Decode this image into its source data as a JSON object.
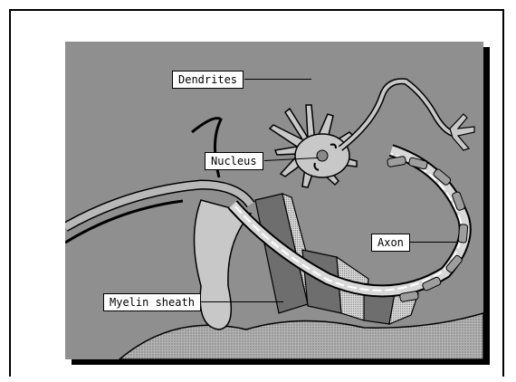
{
  "diagram": {
    "labels": {
      "dendrites": "Dendrites",
      "nucleus": "Nucleus",
      "axon": "Axon",
      "myelin": "Myelin sheath"
    },
    "colors": {
      "background": "#8f8f8f",
      "neuron_fill": "#c8c8c8",
      "neuron_outline": "#000000",
      "sheath_light": "#e8e8e8",
      "sheath_dark": "#7a7a7a"
    }
  }
}
